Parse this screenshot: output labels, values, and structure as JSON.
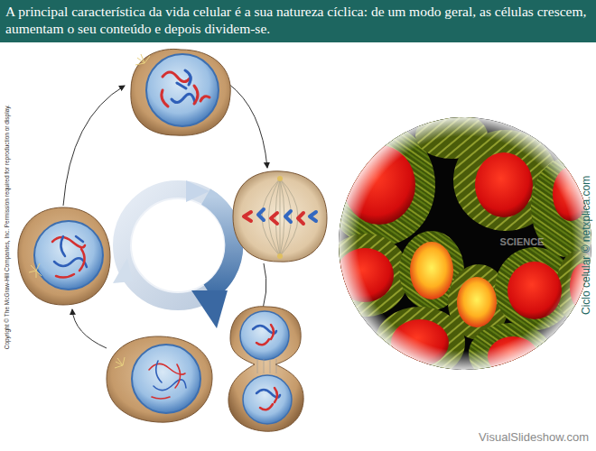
{
  "diagram": {
    "title": "A principal característica da vida celular é a sua natureza cíclica: de um modo geral, as células crescem, aumentam o seu conteúdo e depois dividem-se.",
    "labels": [
      "Copyright © The McGraw-Hill Companies, Inc. Permission required for reproduction or display.",
      "Ciclo celular © netxplica.com",
      "VisualSlideshow.com",
      "SCIENCE"
    ]
  }
}
